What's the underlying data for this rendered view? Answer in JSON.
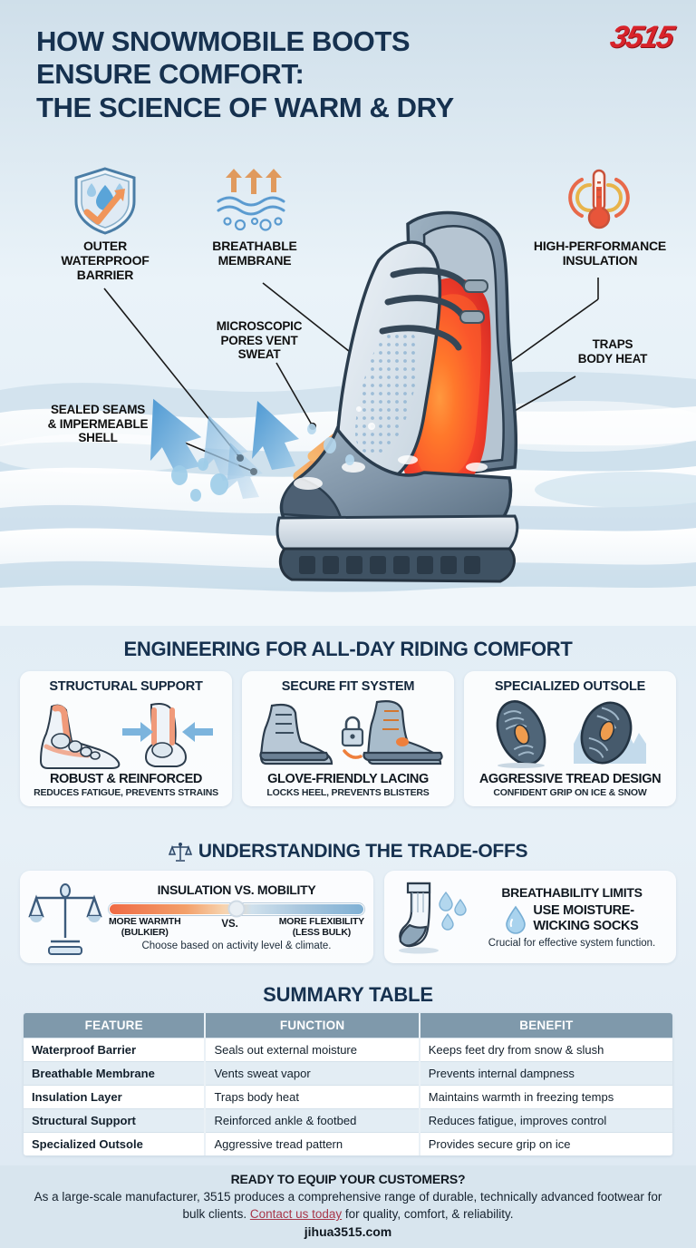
{
  "header": {
    "title_line1": "How Snowmobile Boots",
    "title_line2": "Ensure Comfort:",
    "title_line3": "The Science of Warm & Dry",
    "logo": "3515",
    "brand_color": "#d8232a",
    "title_color": "#16314f"
  },
  "diagram": {
    "callouts": [
      {
        "id": "outer-waterproof-barrier",
        "label": "Outer\nWaterproof\nBarrier",
        "icon": "shield-droplet-icon"
      },
      {
        "id": "breathable-membrane",
        "label": "Breathable\nMembrane",
        "icon": "vapor-waves-icon"
      },
      {
        "id": "high-performance-insulation",
        "label": "High-Performance\nInsulation",
        "icon": "thermometer-heat-icon"
      },
      {
        "id": "microscopic-pores-vent-sweat",
        "label": "Microscopic\nPores Vent\nSweat",
        "icon": null
      },
      {
        "id": "sealed-seams-impermeable-shell",
        "label": "Sealed Seams\n& Impermeable\nShell",
        "icon": null
      },
      {
        "id": "traps-body-heat",
        "label": "Traps\nBody Heat",
        "icon": null
      }
    ],
    "arrow_colors": {
      "vapor_out": "#5aa4d8",
      "heat": "#ef6a3c"
    },
    "boot_heat_color": "#f0422a"
  },
  "engineering": {
    "heading": "Engineering for All-Day Riding Comfort",
    "cards": [
      {
        "title": "Structural Support",
        "art": "foot-anatomy-icon",
        "subtitle": "Robust & Reinforced",
        "caption": "Reduces fatigue, prevents strains"
      },
      {
        "title": "Secure Fit System",
        "art": "boots-padlock-icon",
        "subtitle": "Glove-Friendly Lacing",
        "caption": "Locks heel, prevents blisters"
      },
      {
        "title": "Specialized Outsole",
        "art": "outsole-tread-icon",
        "subtitle": "Aggressive Tread Design",
        "caption": "Confident grip on ice & snow"
      }
    ]
  },
  "tradeoffs": {
    "heading": "Understanding the Trade-Offs",
    "heading_icon": "balance-scale-icon",
    "left": {
      "title": "Insulation vs. Mobility",
      "icon": "balance-scale-icon",
      "slider_left": "More Warmth\n(Bulkier)",
      "slider_vs": "VS.",
      "slider_right": "More Flexibility\n(Less Bulk)",
      "note": "Choose based on activity level & climate."
    },
    "right": {
      "title": "Breathability Limits",
      "icon": "sock-droplets-icon",
      "highlight": "Use Moisture-\nWicking Socks",
      "note": "Crucial for effective system function."
    }
  },
  "summary": {
    "heading": "Summary Table",
    "columns": [
      "Feature",
      "Function",
      "Benefit"
    ],
    "header_bg": "#7f99ab",
    "rows": [
      [
        "Waterproof Barrier",
        "Seals out external moisture",
        "Keeps feet dry from snow & slush"
      ],
      [
        "Breathable Membrane",
        "Vents sweat vapor",
        "Prevents internal dampness"
      ],
      [
        "Insulation Layer",
        "Traps body heat",
        "Maintains warmth in freezing temps"
      ],
      [
        "Structural Support",
        "Reinforced ankle & footbed",
        "Reduces fatigue, improves control"
      ],
      [
        "Specialized Outsole",
        "Aggressive tread pattern",
        "Provides secure grip on ice"
      ]
    ]
  },
  "footer": {
    "heading": "Ready to Equip Your Customers?",
    "body_before": "As a large-scale manufacturer, 3515 produces a comprehensive range of durable, technically advanced footwear for bulk clients. ",
    "link": "Contact us today",
    "body_after": " for quality, comfort, & reliability.",
    "url": "jihua3515.com",
    "link_color": "#a8374a"
  }
}
